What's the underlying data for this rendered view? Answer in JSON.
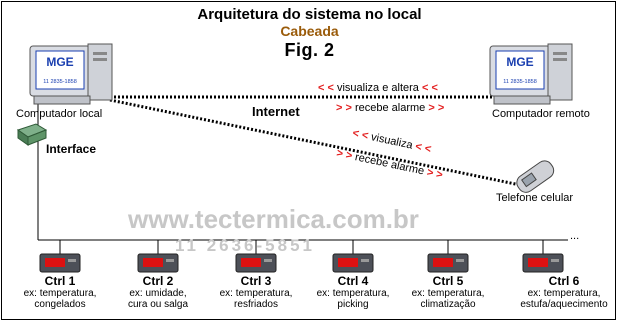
{
  "title": {
    "line1": "Arquitetura do sistema no local",
    "line2": "Cabeada",
    "line3": "Fig. 2"
  },
  "computers": {
    "local": {
      "screen_brand": "MGE",
      "screen_phone": "11 2835-1858",
      "label": "Computador local"
    },
    "remote": {
      "screen_brand": "MGE",
      "screen_phone": "11 2835-1858",
      "label": "Computador remoto"
    }
  },
  "network": {
    "internet_label": "Internet",
    "to_remote_top": "< < visualiza e altera < <",
    "to_remote_bottom": "> > recebe alarme > >",
    "to_phone_top": "< < visualiza < <",
    "to_phone_bottom": "> > recebe alarme > >"
  },
  "interface_label": "Interface",
  "phone_label": "Telefone celular",
  "watermark": {
    "site": "www.tectermica.com.br",
    "phone": "11 2636-5851"
  },
  "bus_ellipsis": "...",
  "controllers": [
    {
      "name": "Ctrl 1",
      "desc1": "ex: temperatura,",
      "desc2": "congelados"
    },
    {
      "name": "Ctrl 2",
      "desc1": "ex: umidade,",
      "desc2": "cura ou salga"
    },
    {
      "name": "Ctrl 3",
      "desc1": "ex: temperatura,",
      "desc2": "resfriados"
    },
    {
      "name": "Ctrl 4",
      "desc1": "ex: temperatura,",
      "desc2": "picking"
    },
    {
      "name": "Ctrl 5",
      "desc1": "ex: temperatura,",
      "desc2": "climatização"
    },
    {
      "name": "Ctrl 6",
      "desc1": "ex: temperatura,",
      "desc2": "estufa/aquecimento"
    }
  ],
  "colors": {
    "title_brown": "#9a5b0a",
    "arrow_red": "#e32020",
    "brand_blue": "#1a3fb0",
    "watermark": "#c7c7c7"
  }
}
